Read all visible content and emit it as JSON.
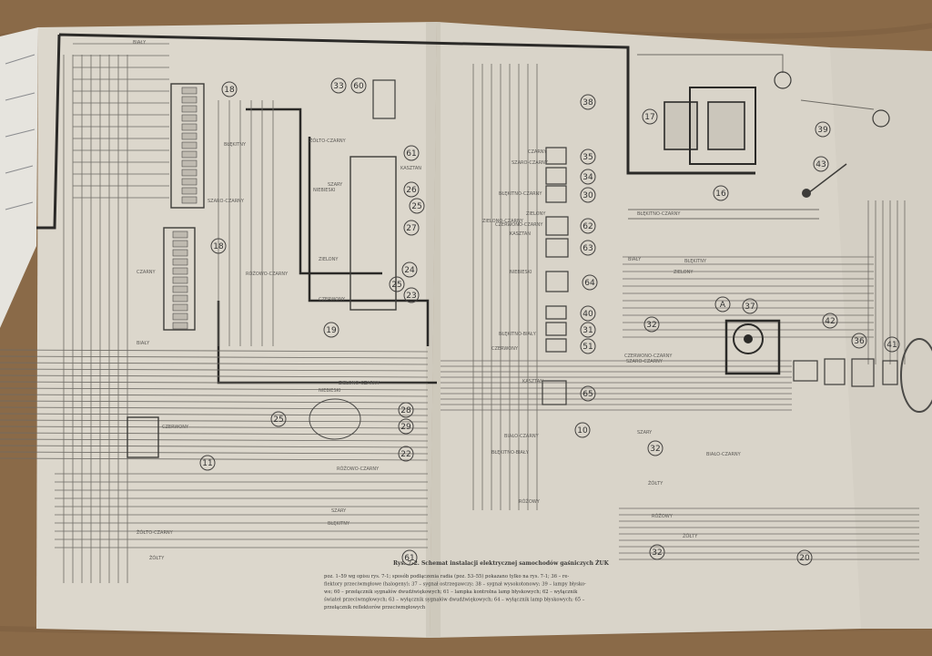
{
  "photo": {
    "colors": {
      "table": "#8a6a48",
      "page_left": "#dcd7cc",
      "page_right": "#d9d4c9",
      "page_far": "#d4cfc4",
      "wire_dark": "#2b2a28",
      "wire_thin": "#6e6b65",
      "callout": "#444240"
    }
  },
  "caption": {
    "title": "Rys. 7-2. Schemat instalacji elektrycznej samochodów gaśniczych ŻUK",
    "body": [
      "poz. 1–59 wg opisu rys. 7-1; sposób podłączenia radia (poz. 53–55) pokazano tylko na rys. 7-1; 36 – re-",
      "flektory przeciwmgłowe (halogeny); 37 – sygnał ostrzegawczy; 38 – sygnał wysokotonowy; 39 – lampy błysko-",
      "we; 60 – przełącznik sygnałów dwudźwiękowych; 61 – lampka kontrolna lamp błyskowych; 62 – wyłącznik",
      "świateł przeciwmgłowych; 63 – wyłącznik sygnałów dwudźwiękowych; 64 – wyłącznik lamp błyskowych; 65 –",
      "przełącznik reflektorów przeciwmgłowych"
    ]
  },
  "callouts": [
    {
      "id": "c18a",
      "label": "18"
    },
    {
      "id": "c33",
      "label": "33"
    },
    {
      "id": "c60",
      "label": "60"
    },
    {
      "id": "c61a",
      "label": "61"
    },
    {
      "id": "c26",
      "label": "26"
    },
    {
      "id": "c25a",
      "label": "25"
    },
    {
      "id": "c27",
      "label": "27"
    },
    {
      "id": "c24",
      "label": "24"
    },
    {
      "id": "c25b",
      "label": "25"
    },
    {
      "id": "c23",
      "label": "23"
    },
    {
      "id": "c18b",
      "label": "18"
    },
    {
      "id": "c19",
      "label": "19"
    },
    {
      "id": "c25c",
      "label": "25"
    },
    {
      "id": "c28",
      "label": "28"
    },
    {
      "id": "c29",
      "label": "29"
    },
    {
      "id": "c22",
      "label": "22"
    },
    {
      "id": "c11",
      "label": "11"
    },
    {
      "id": "c61b",
      "label": "61"
    },
    {
      "id": "c38",
      "label": "38"
    },
    {
      "id": "c35",
      "label": "35"
    },
    {
      "id": "c34",
      "label": "34"
    },
    {
      "id": "c30",
      "label": "30"
    },
    {
      "id": "c62",
      "label": "62"
    },
    {
      "id": "c63",
      "label": "63"
    },
    {
      "id": "c64",
      "label": "64"
    },
    {
      "id": "c40",
      "label": "40"
    },
    {
      "id": "c31",
      "label": "31"
    },
    {
      "id": "c51",
      "label": "51"
    },
    {
      "id": "c65",
      "label": "65"
    },
    {
      "id": "c10",
      "label": "10"
    },
    {
      "id": "c32a",
      "label": "32"
    },
    {
      "id": "c32b",
      "label": "32"
    },
    {
      "id": "c32c",
      "label": "32"
    },
    {
      "id": "c17",
      "label": "17"
    },
    {
      "id": "c16",
      "label": "16"
    },
    {
      "id": "c39",
      "label": "39"
    },
    {
      "id": "c43",
      "label": "43"
    },
    {
      "id": "c37",
      "label": "37"
    },
    {
      "id": "cA",
      "label": "A"
    },
    {
      "id": "c42",
      "label": "42"
    },
    {
      "id": "c36",
      "label": "36"
    },
    {
      "id": "c41",
      "label": "41"
    },
    {
      "id": "c20",
      "label": "20"
    }
  ],
  "wire_labels": [
    {
      "id": "w1",
      "text": "BIAŁY"
    },
    {
      "id": "w2",
      "text": "NIEBIESKI"
    },
    {
      "id": "w3",
      "text": "KASZTAN"
    },
    {
      "id": "w4",
      "text": "ŻÓŁTO-CZARNY"
    },
    {
      "id": "w5",
      "text": "ZIELONO-CZARNY"
    },
    {
      "id": "w6",
      "text": "SZARO-CZARNY"
    },
    {
      "id": "w7",
      "text": "CZERWONY"
    },
    {
      "id": "w8",
      "text": "ŻÓŁTY"
    },
    {
      "id": "w9",
      "text": "BŁĘKITNY"
    },
    {
      "id": "w10",
      "text": "ZIELONY"
    },
    {
      "id": "w11",
      "text": "SZARY"
    },
    {
      "id": "w12",
      "text": "CZARNY"
    },
    {
      "id": "w13",
      "text": "RÓŻOWY"
    },
    {
      "id": "w14",
      "text": "BIAŁO-CZARNY"
    },
    {
      "id": "w15",
      "text": "BŁĘKITNO-BIAŁY"
    },
    {
      "id": "w16",
      "text": "CZERWONO-CZARNY"
    },
    {
      "id": "w17",
      "text": "RÓŻOWO-CZARNY"
    },
    {
      "id": "w18",
      "text": "BŁĘKITNO-CZARNY"
    }
  ]
}
